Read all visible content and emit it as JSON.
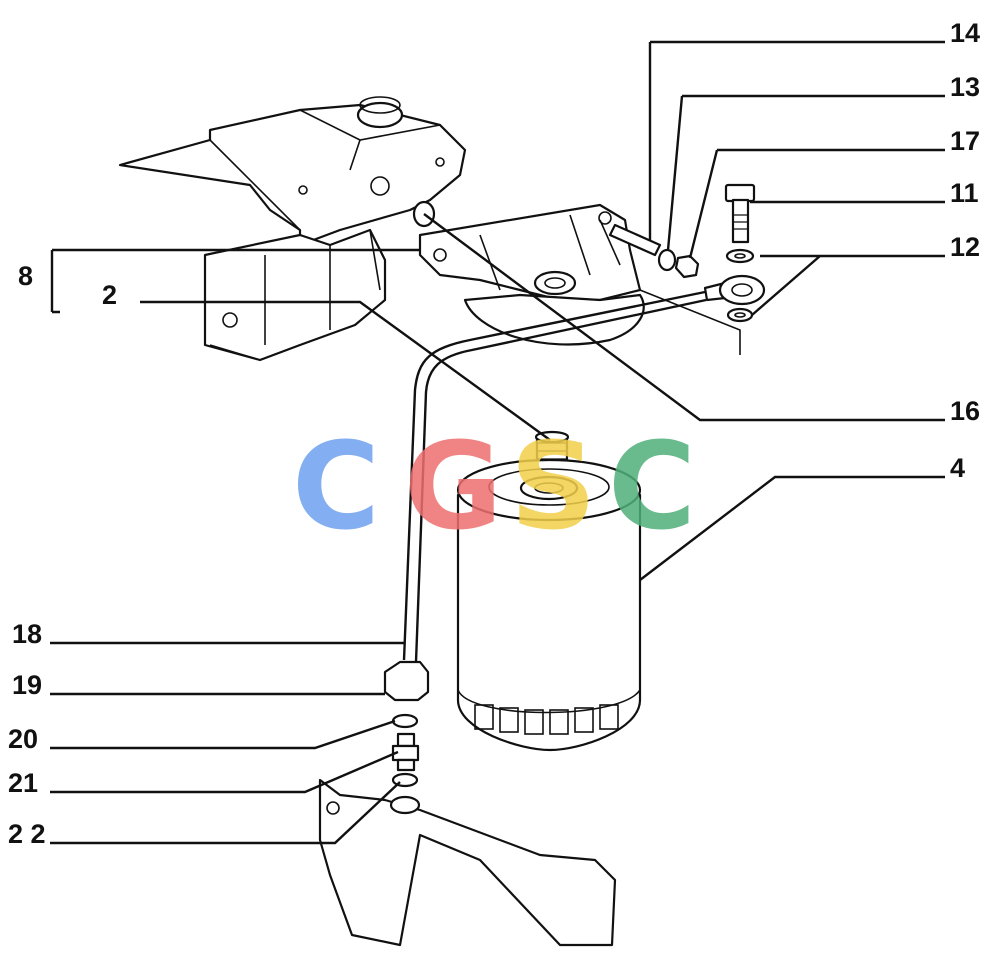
{
  "callouts": {
    "c14": "14",
    "c13": "13",
    "c17": "17",
    "c11": "11",
    "c12": "12",
    "c8": "8",
    "c2": "2",
    "c16": "16",
    "c4": "4",
    "c18": "18",
    "c19": "19",
    "c20": "20",
    "c21": "21",
    "c22": "2 2"
  },
  "watermark": {
    "letters": [
      "C",
      "G",
      "S",
      "C"
    ],
    "colors": [
      "#6fa0f0",
      "#ee6f6f",
      "#f2d04a",
      "#4fb07a"
    ]
  }
}
